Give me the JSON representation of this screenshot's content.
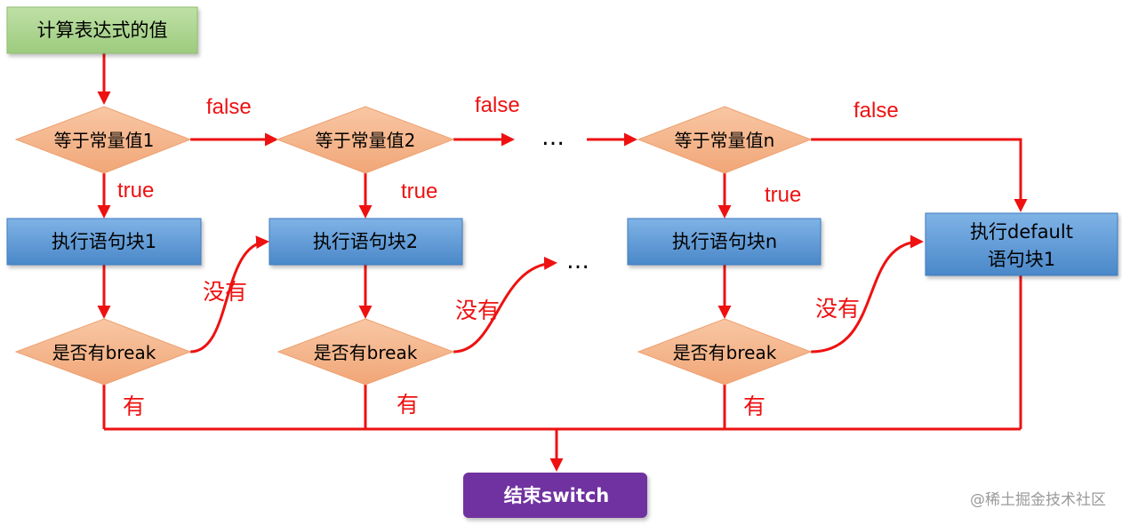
{
  "colors": {
    "wire": "#ee1111",
    "start_fill": "#a9d18e",
    "decision_fill": "#f4b183",
    "block_fill": "#5b9bd5",
    "end_fill": "#7030a0",
    "label": "#ee1111"
  },
  "nodes": {
    "start": "计算表达式的值",
    "cmp1": "等于常量值1",
    "cmp2": "等于常量值2",
    "cmpn": "等于常量值n",
    "block1": "执行语句块1",
    "block2": "执行语句块2",
    "blockn": "执行语句块n",
    "default_line1": "执行default",
    "default_line2": "语句块1",
    "brk1": "是否有break",
    "brk2": "是否有break",
    "brkn": "是否有break",
    "end": "结束switch"
  },
  "labels": {
    "false": "false",
    "true": "true",
    "no_break": "没有",
    "has_break": "有",
    "ellipsis": "…"
  },
  "watermark": "@稀土掘金技术社区"
}
